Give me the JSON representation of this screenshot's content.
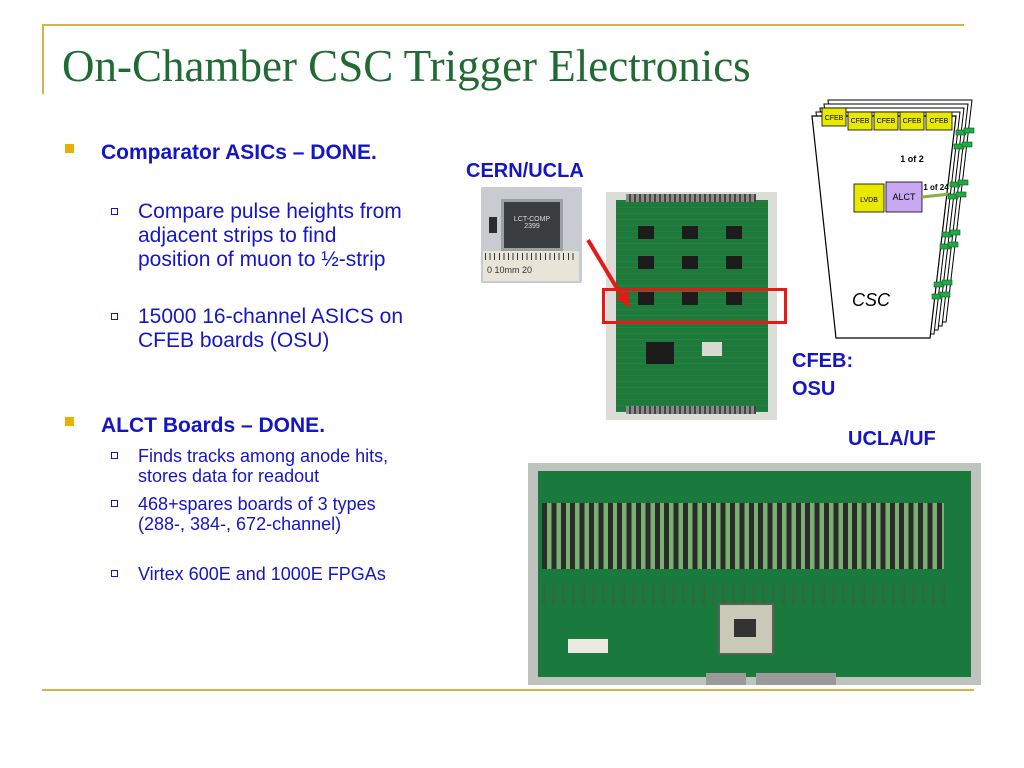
{
  "slide": {
    "title": "On-Chamber CSC Trigger Electronics"
  },
  "bullets": [
    {
      "heading": "Comparator ASICs – DONE.",
      "subitems": [
        "Compare pulse heights from adjacent strips to find position of muon to ½-strip",
        "15000 16-channel ASICS on CFEB boards (OSU)"
      ]
    },
    {
      "heading": "ALCT Boards – DONE.",
      "subitems": [
        "Finds tracks among anode hits, stores data for readout",
        "468+spares boards of 3 types (288-, 384-, 672-channel)",
        "Virtex 600E and 1000E FPGAs"
      ]
    }
  ],
  "captions": {
    "cern_ucla": "CERN/UCLA",
    "cfeb_osu_line1": "CFEB:",
    "cfeb_osu_line2": "OSU",
    "ucla_uf": "UCLA/UF"
  },
  "asic_photo": {
    "chip_label_1": "LCT-COMP",
    "chip_label_2": "2399",
    "ruler_text": "0    10mm 20"
  },
  "csc_diagram": {
    "cfeb_labels": [
      "CFEB",
      "CFEB",
      "CFEB",
      "CFEB",
      "CFEB"
    ],
    "one_of_two": "1 of 2",
    "one_of_24": "1 of 24",
    "lvdb": "LVDB",
    "alct": "ALCT",
    "csc": "CSC"
  },
  "colors": {
    "title": "#1f6b33",
    "text": "#1515c8",
    "accent_rule": "#d6b24a",
    "bullet_square": "#e8b000",
    "highlight": "#e81818",
    "cfeb_box": "#e8e800",
    "alct_box": "#c8a8f0",
    "connector": "#22aa44"
  }
}
